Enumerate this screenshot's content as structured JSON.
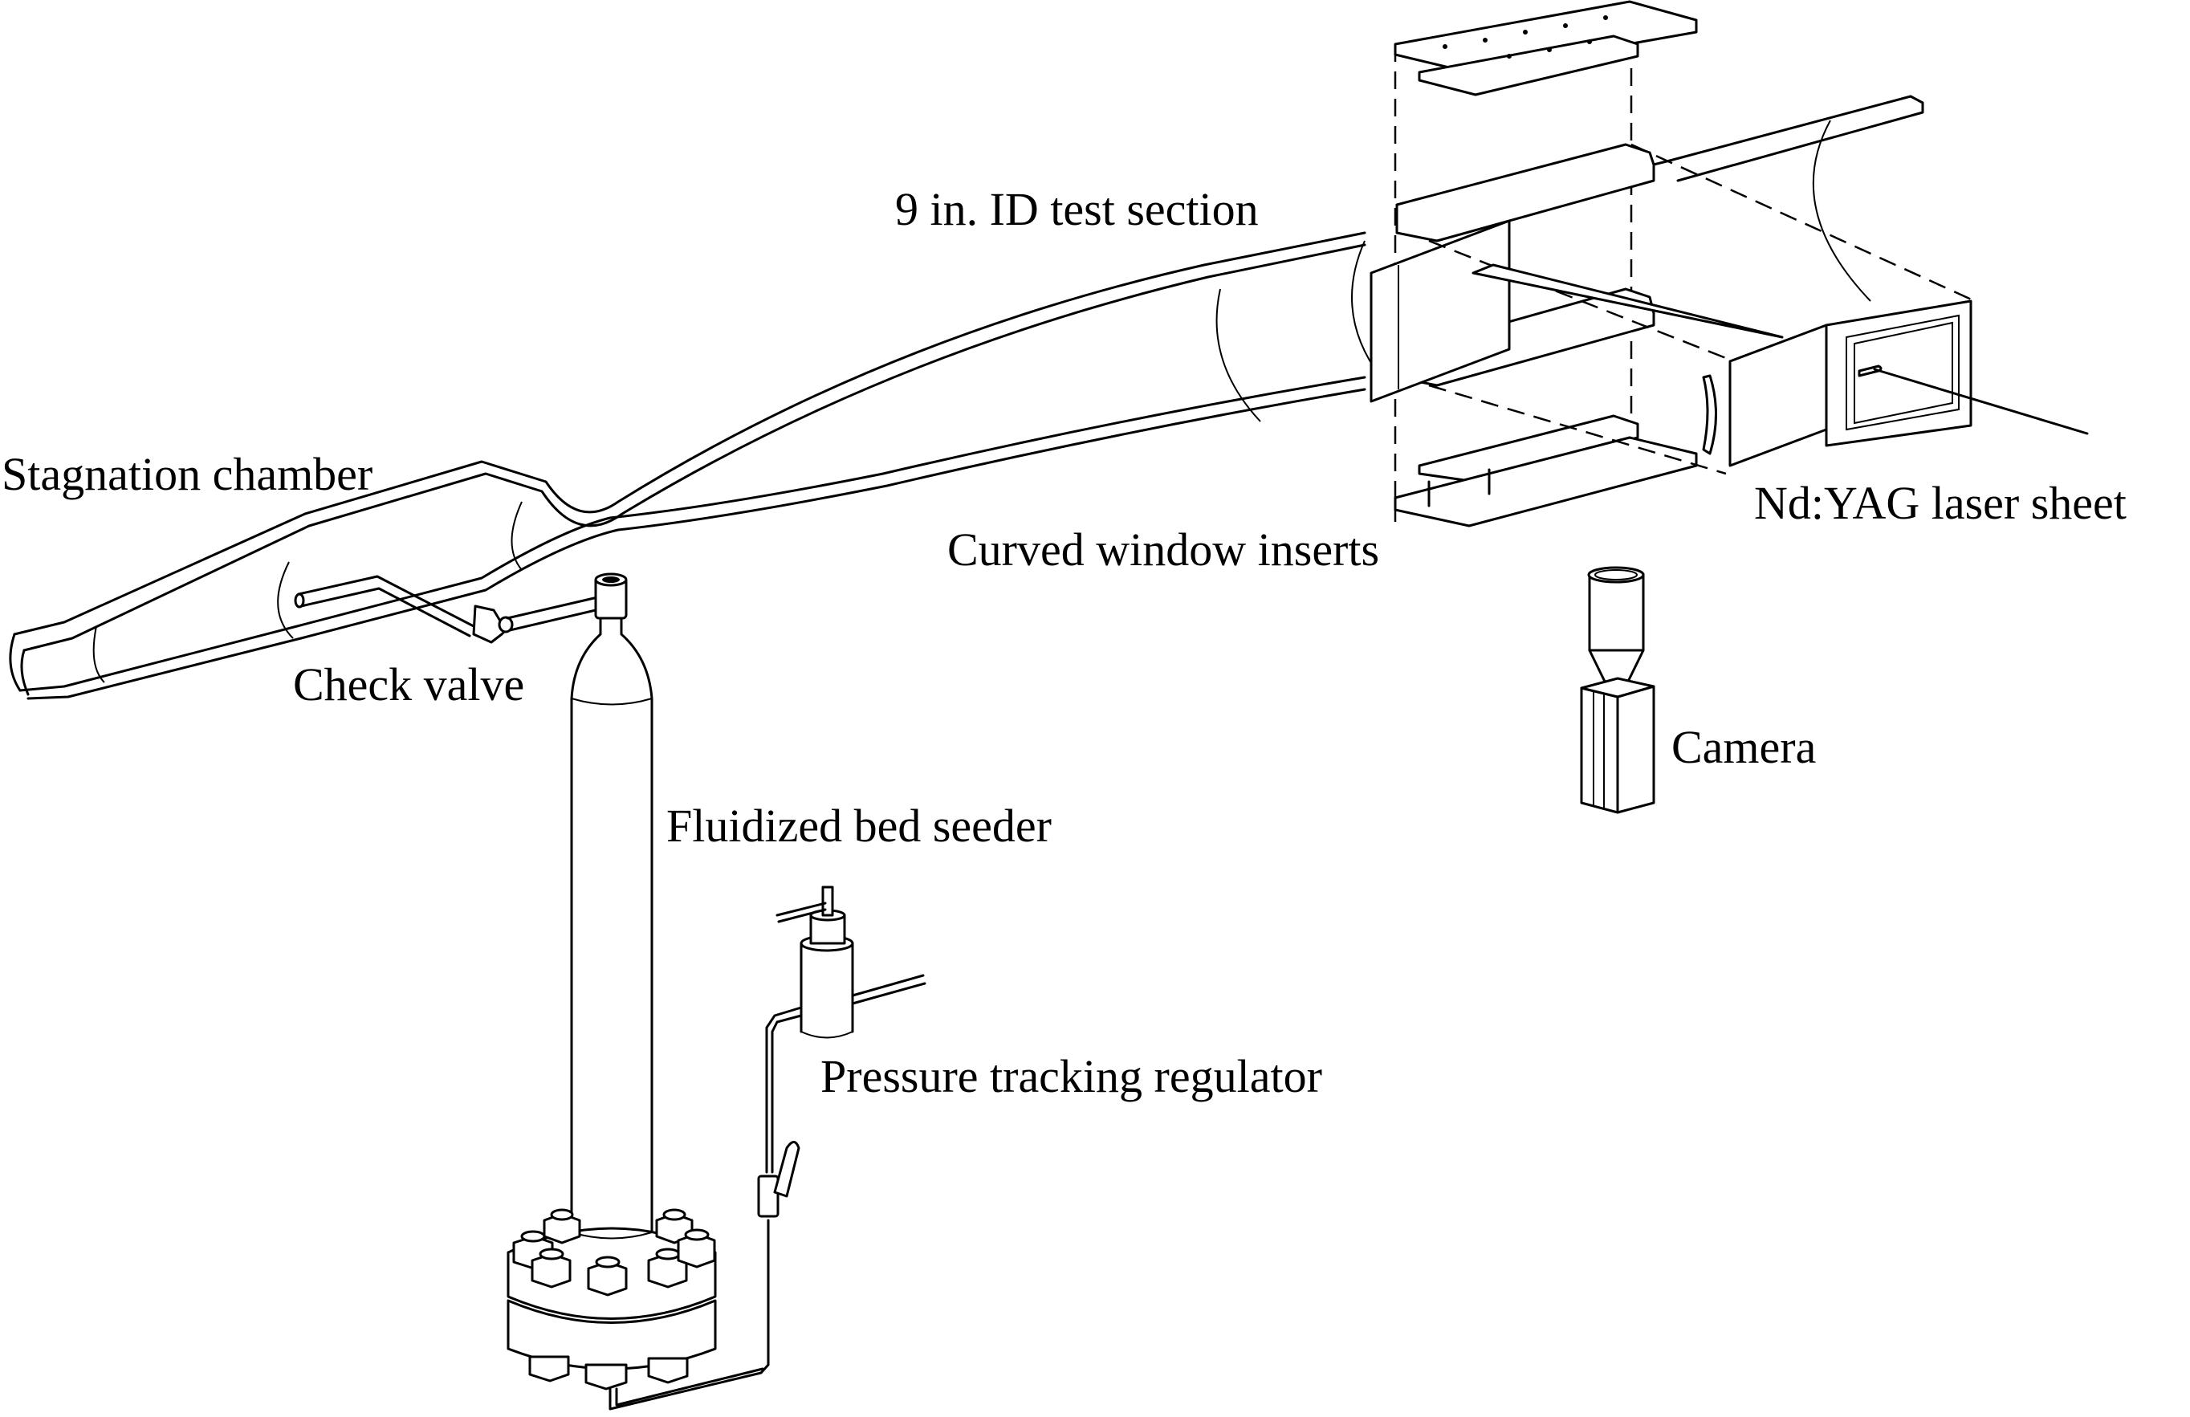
{
  "figure": {
    "type": "schematic",
    "subject": "wind tunnel PIV seeding and imaging setup",
    "colors": {
      "background": "#ffffff",
      "ink": "#000000"
    }
  },
  "labels": {
    "stagnation_chamber": "Stagnation chamber",
    "test_section": "9 in. ID test section",
    "curved_window_inserts": "Curved window inserts",
    "laser_sheet": "Nd:YAG laser sheet",
    "check_valve": "Check valve",
    "camera": "Camera",
    "fluidized_bed_seeder": "Fluidized bed seeder",
    "pressure_tracking_regulator": "Pressure tracking regulator"
  },
  "components": [
    {
      "id": "stagnation-chamber",
      "label_key": "stagnation_chamber"
    },
    {
      "id": "nozzle-throat",
      "label_key": null
    },
    {
      "id": "test-section",
      "label_key": "test_section"
    },
    {
      "id": "window-inserts",
      "label_key": "curved_window_inserts"
    },
    {
      "id": "laser-sheet",
      "label_key": "laser_sheet"
    },
    {
      "id": "camera",
      "label_key": "camera"
    },
    {
      "id": "check-valve",
      "label_key": "check_valve"
    },
    {
      "id": "seeder",
      "label_key": "fluidized_bed_seeder"
    },
    {
      "id": "regulator",
      "label_key": "pressure_tracking_regulator"
    }
  ]
}
